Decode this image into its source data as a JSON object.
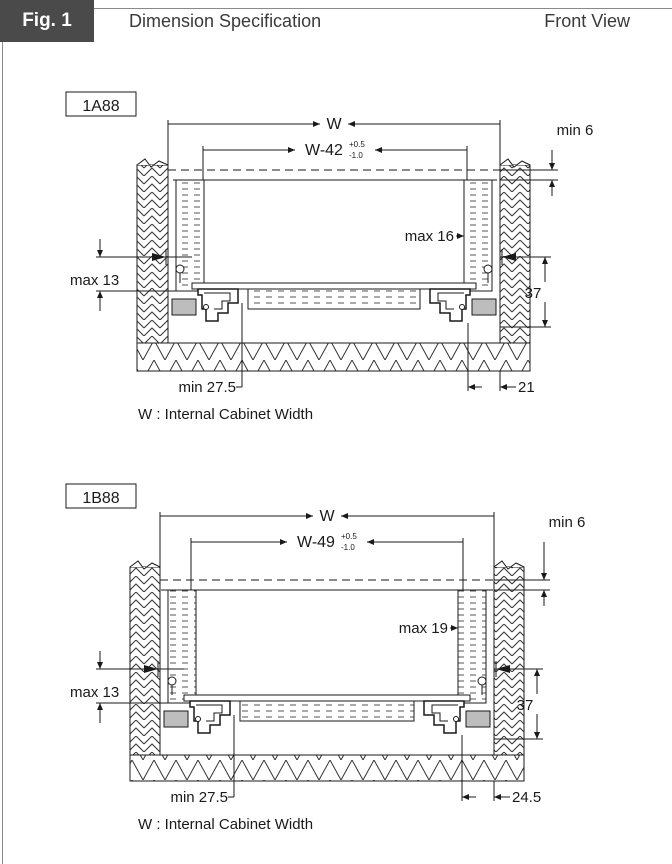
{
  "header": {
    "fig_label": "Fig. 1",
    "title": "Dimension Specification",
    "view": "Front View"
  },
  "colors": {
    "badge": "#4a4a4a",
    "line": "#1a1a1a",
    "hatch": "#333333",
    "grey_block": "#bdbdbd"
  },
  "diagrams": [
    {
      "model": "1A88",
      "width_label": "W",
      "inner_base": "W-42",
      "tol_plus": "+0.5",
      "tol_minus": "-1.0",
      "min_top": "min 6",
      "max_side": "max 16",
      "max_gap": "max 13",
      "height": "37",
      "min_bottom": "min 27.5",
      "right_offset": "21",
      "caption": "W : Internal Cabinet Width"
    },
    {
      "model": "1B88",
      "width_label": "W",
      "inner_base": "W-49",
      "tol_plus": "+0.5",
      "tol_minus": "-1.0",
      "min_top": "min 6",
      "max_side": "max 19",
      "max_gap": "max 13",
      "height": "37",
      "min_bottom": "min 27.5",
      "right_offset": "24.5",
      "caption": "W : Internal Cabinet Width"
    }
  ]
}
